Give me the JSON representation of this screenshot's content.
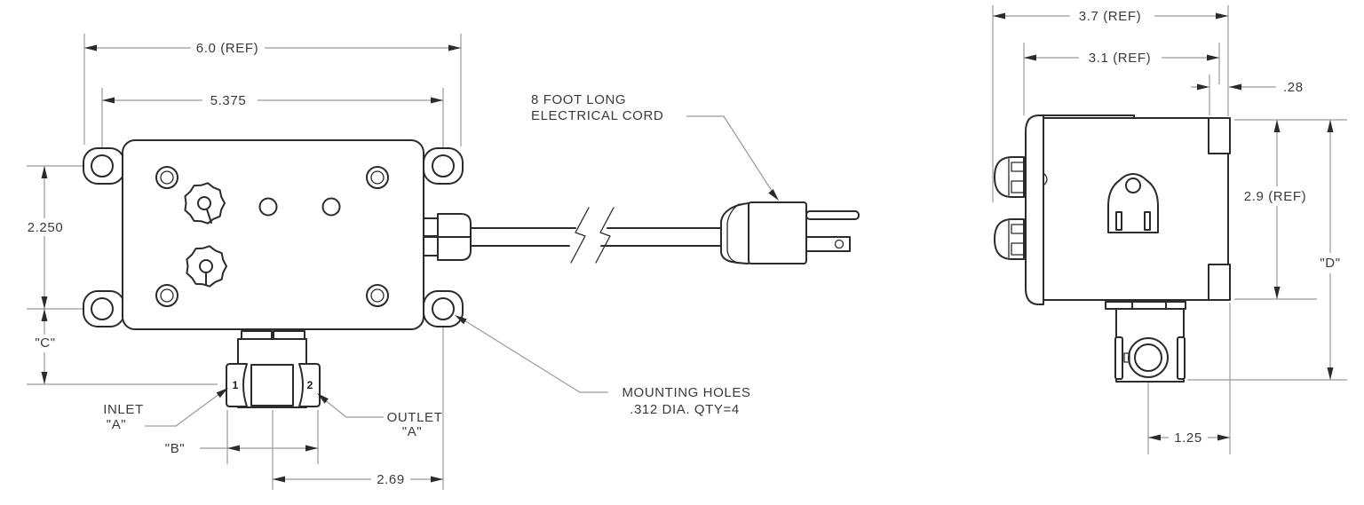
{
  "colors": {
    "object_line": "#2b2b2b",
    "dimension_line": "#9a9a9a",
    "text": "#3a3a3a",
    "background": "#ffffff"
  },
  "front_view": {
    "dim_overall_width": "6.0 (REF)",
    "dim_mount_hole_spacing_h": "5.375",
    "dim_mount_hole_spacing_v": "2.250",
    "dim_c": "\"C\"",
    "dim_b": "\"B\"",
    "dim_outlet_to_hole": "2.69",
    "inlet_label_line1": "INLET",
    "inlet_label_line2": "\"A\"",
    "outlet_label_line1": "OUTLET",
    "outlet_label_line2": "\"A\"",
    "cord_label_line1": "8 FOOT LONG",
    "cord_label_line2": "ELECTRICAL CORD",
    "mounting_label_line1": "MOUNTING HOLES",
    "mounting_label_line2": ".312 DIA. QTY=4",
    "port1_number": "1",
    "port2_number": "2"
  },
  "side_view": {
    "dim_overall_depth": "3.7 (REF)",
    "dim_body_depth": "3.1 (REF)",
    "dim_tab_offset": ".28",
    "dim_body_height": "2.9 (REF)",
    "dim_d": "\"D\"",
    "dim_port_center_offset": "1.25"
  }
}
